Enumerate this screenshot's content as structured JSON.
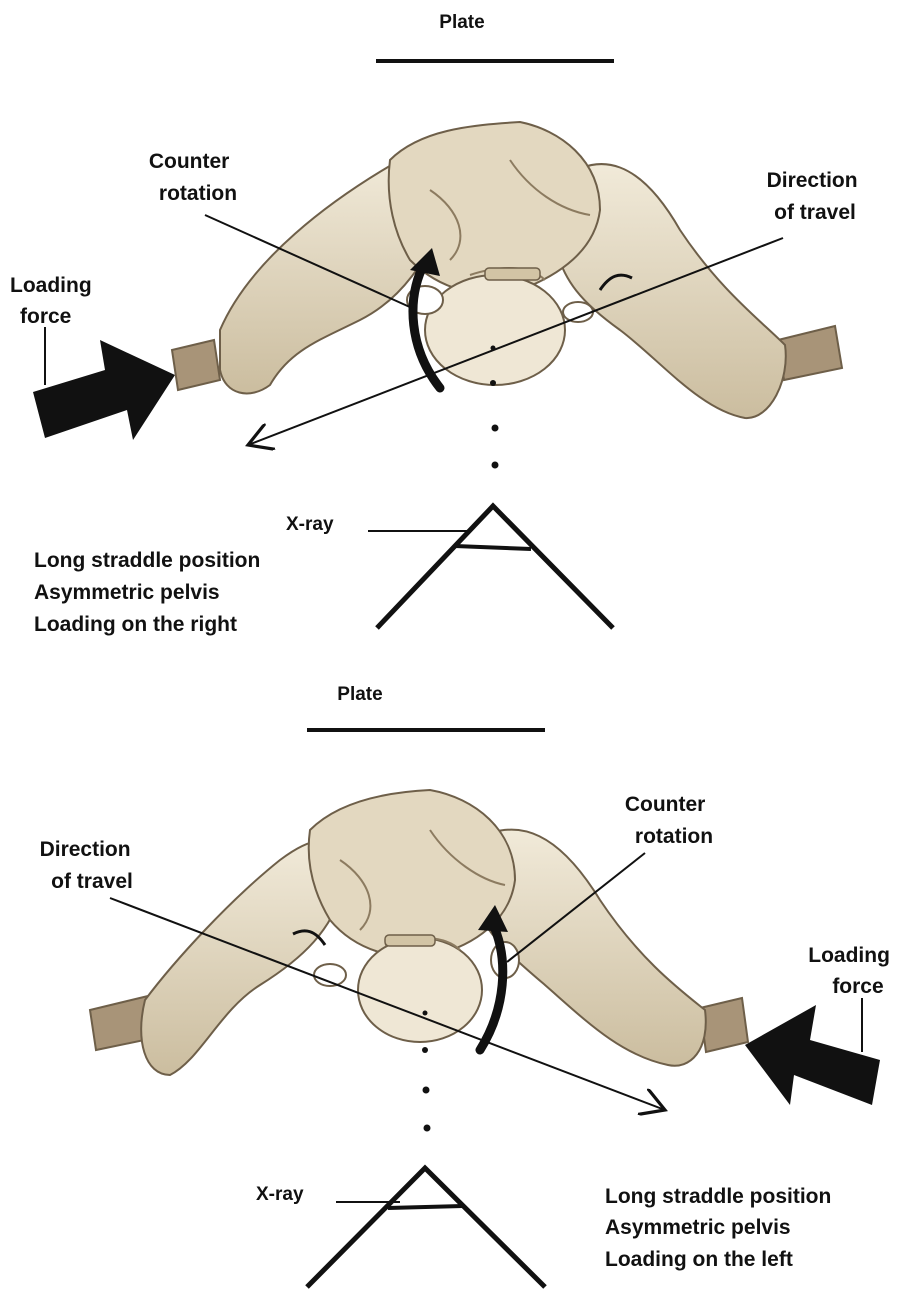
{
  "panels": [
    {
      "plate_label": "Plate",
      "counter_rotation_label": [
        "Counter",
        "rotation"
      ],
      "direction_label": [
        "Direction",
        "of travel"
      ],
      "loading_force_label": [
        "Loading",
        "force"
      ],
      "xray_label": "X-ray",
      "caption": [
        "Long straddle position",
        "Asymmetric pelvis",
        "Loading on the right"
      ]
    },
    {
      "plate_label": "Plate",
      "counter_rotation_label": [
        "Counter",
        "rotation"
      ],
      "direction_label": [
        "Direction",
        "of travel"
      ],
      "loading_force_label": [
        "Loading",
        "force"
      ],
      "xray_label": "X-ray",
      "caption": [
        "Long straddle position",
        "Asymmetric pelvis",
        "Loading on the left"
      ]
    }
  ],
  "colors": {
    "ink": "#111111",
    "bone": "#e9e0cc",
    "bone_shadow": "#b8a98c",
    "bone_dark": "#6e5f49",
    "peg": "#a89478"
  }
}
